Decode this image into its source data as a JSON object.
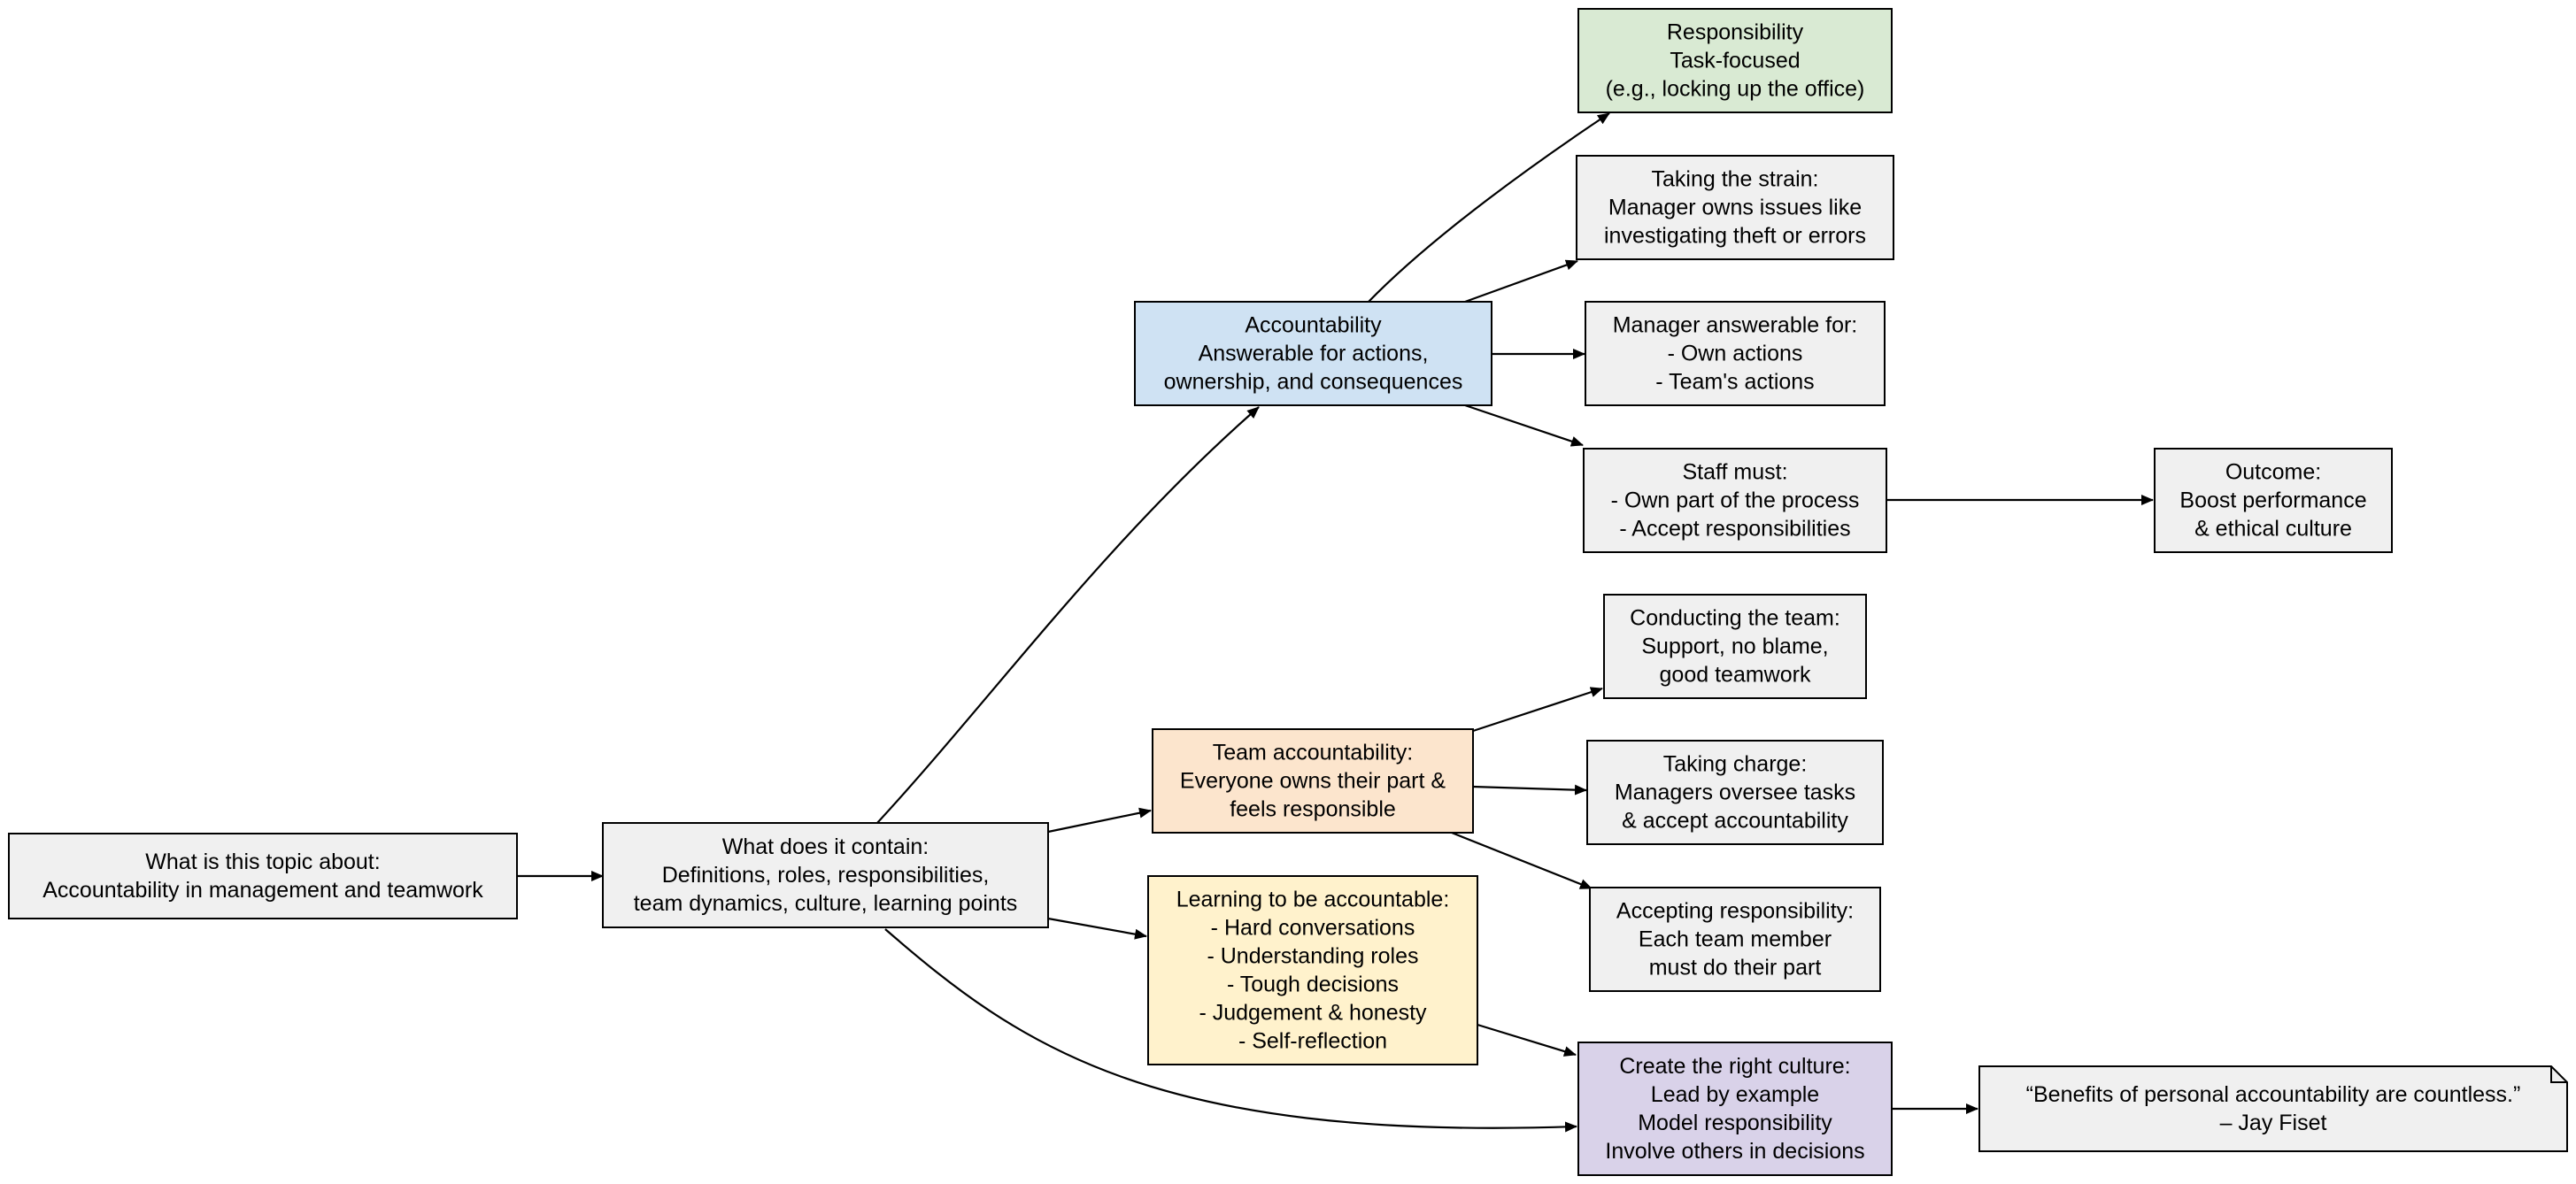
{
  "diagram": {
    "type": "flowchart",
    "nodes": [
      {
        "id": "topic",
        "lines": [
          "What is this topic about:",
          "Accountability in management and teamwork"
        ],
        "fill": "#f0f0f0",
        "shape": "rect"
      },
      {
        "id": "contents",
        "lines": [
          "What does it contain:",
          "Definitions, roles, responsibilities,",
          "team dynamics, culture, learning points"
        ],
        "fill": "#f0f0f0",
        "shape": "rect"
      },
      {
        "id": "accountability",
        "lines": [
          "Accountability",
          "Answerable for actions,",
          "ownership, and consequences"
        ],
        "fill": "#cfe2f3",
        "shape": "rect"
      },
      {
        "id": "team-accountability",
        "lines": [
          "Team accountability:",
          "Everyone owns their part &",
          "feels responsible"
        ],
        "fill": "#fce5cd",
        "shape": "rect"
      },
      {
        "id": "learning",
        "lines": [
          "Learning to be accountable:",
          "- Hard conversations",
          "- Understanding roles",
          "- Tough decisions",
          "- Judgement & honesty",
          "- Self-reflection"
        ],
        "fill": "#fff2cc",
        "shape": "rect"
      },
      {
        "id": "responsibility",
        "lines": [
          "Responsibility",
          "Task-focused",
          "(e.g., locking up the office)"
        ],
        "fill": "#d9ead3",
        "shape": "rect"
      },
      {
        "id": "taking-strain",
        "lines": [
          "Taking the strain:",
          "Manager owns issues like",
          "investigating theft or errors"
        ],
        "fill": "#f0f0f0",
        "shape": "rect"
      },
      {
        "id": "manager-answerable",
        "lines": [
          "Manager answerable for:",
          "- Own actions",
          "- Team's actions"
        ],
        "fill": "#f0f0f0",
        "shape": "rect"
      },
      {
        "id": "staff-must",
        "lines": [
          "Staff must:",
          "- Own part of the process",
          "- Accept responsibilities"
        ],
        "fill": "#f0f0f0",
        "shape": "rect"
      },
      {
        "id": "outcome",
        "lines": [
          "Outcome:",
          "Boost performance",
          "& ethical culture"
        ],
        "fill": "#f0f0f0",
        "shape": "rect"
      },
      {
        "id": "conducting",
        "lines": [
          "Conducting the team:",
          "Support, no blame,",
          "good teamwork"
        ],
        "fill": "#f0f0f0",
        "shape": "rect"
      },
      {
        "id": "taking-charge",
        "lines": [
          "Taking charge:",
          "Managers oversee tasks",
          "& accept accountability"
        ],
        "fill": "#f0f0f0",
        "shape": "rect"
      },
      {
        "id": "accepting",
        "lines": [
          "Accepting responsibility:",
          "Each team member",
          "must do their part"
        ],
        "fill": "#f0f0f0",
        "shape": "rect"
      },
      {
        "id": "culture",
        "lines": [
          "Create the right culture:",
          "Lead by example",
          "Model responsibility",
          "Involve others in decisions"
        ],
        "fill": "#d9d2e9",
        "shape": "rect"
      },
      {
        "id": "quote",
        "lines": [
          "“Benefits of personal accountability are countless.”",
          "– Jay Fiset"
        ],
        "fill": "#f0f0f0",
        "shape": "note"
      }
    ],
    "edges": [
      {
        "from": "topic",
        "to": "contents"
      },
      {
        "from": "contents",
        "to": "accountability"
      },
      {
        "from": "contents",
        "to": "team-accountability"
      },
      {
        "from": "contents",
        "to": "learning"
      },
      {
        "from": "contents",
        "to": "culture"
      },
      {
        "from": "accountability",
        "to": "responsibility"
      },
      {
        "from": "accountability",
        "to": "taking-strain"
      },
      {
        "from": "accountability",
        "to": "manager-answerable"
      },
      {
        "from": "accountability",
        "to": "staff-must"
      },
      {
        "from": "staff-must",
        "to": "outcome"
      },
      {
        "from": "team-accountability",
        "to": "conducting"
      },
      {
        "from": "team-accountability",
        "to": "taking-charge"
      },
      {
        "from": "team-accountability",
        "to": "accepting"
      },
      {
        "from": "learning",
        "to": "culture"
      },
      {
        "from": "culture",
        "to": "quote"
      }
    ]
  }
}
